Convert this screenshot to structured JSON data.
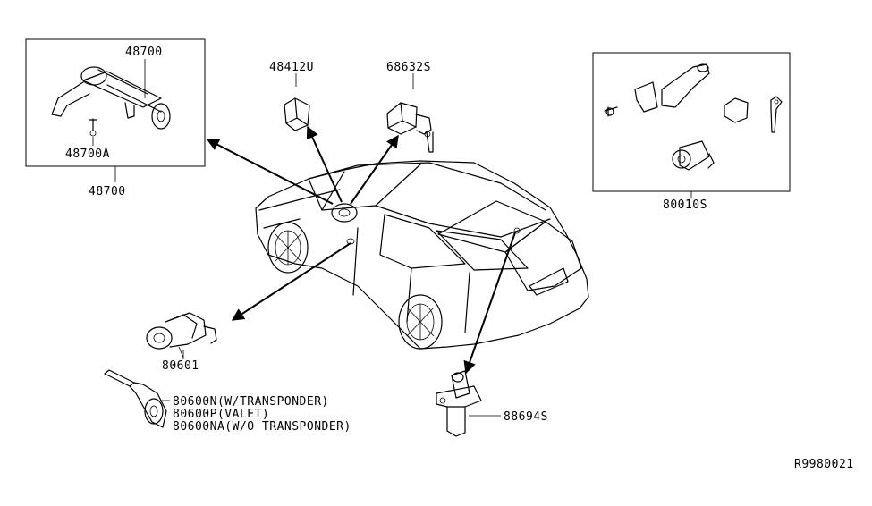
{
  "labels": {
    "p48700_top": "48700",
    "p48700a": "48700A",
    "p48700_bottom": "48700",
    "p48412u": "48412U",
    "p68632s": "68632S",
    "p80010s": "80010S",
    "p80601": "80601",
    "p80600n": "80600N(W/TRANSPONDER)",
    "p80600p": "80600P(VALET)",
    "p80600na": "80600NA(W/O TRANSPONDER)",
    "p88694s": "88694S",
    "ref": "R9980021"
  }
}
